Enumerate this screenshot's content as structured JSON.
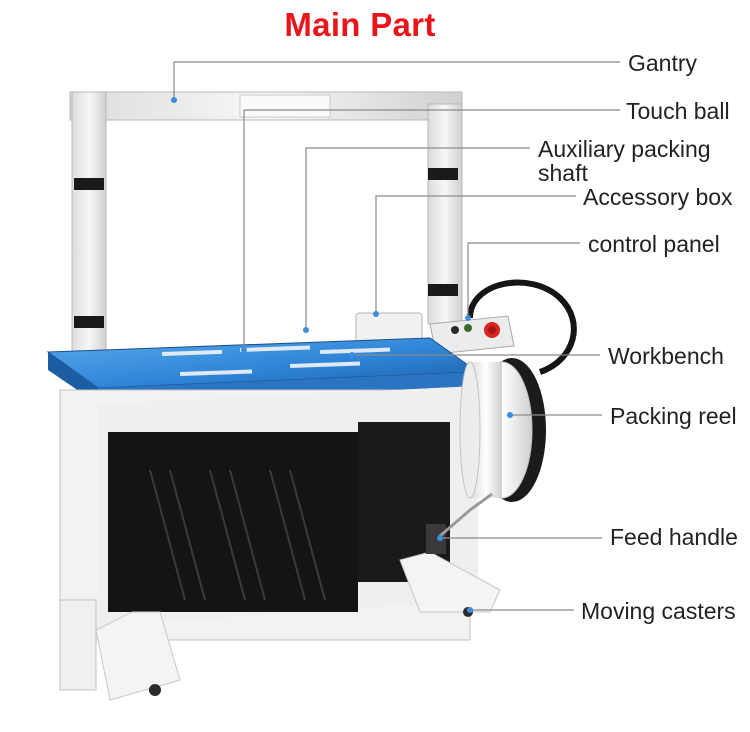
{
  "title": "Main Part",
  "colors": {
    "title_red": "#e8161b",
    "workbench_blue": "#2f86d8",
    "frame_white": "#f3f3f3",
    "panel_black": "#141414",
    "leader_gray": "#8a8a8a"
  },
  "labels": {
    "gantry": "Gantry",
    "touch_ball": "Touch ball",
    "auxiliary_packing_line1": "Auxiliary packing",
    "auxiliary_packing_line2": "shaft",
    "accessory_box": "Accessory box",
    "control_panel": "control panel",
    "workbench": "Workbench",
    "packing_reel": "Packing reel",
    "feed_handle": "Feed handle",
    "moving_casters": "Moving casters"
  }
}
